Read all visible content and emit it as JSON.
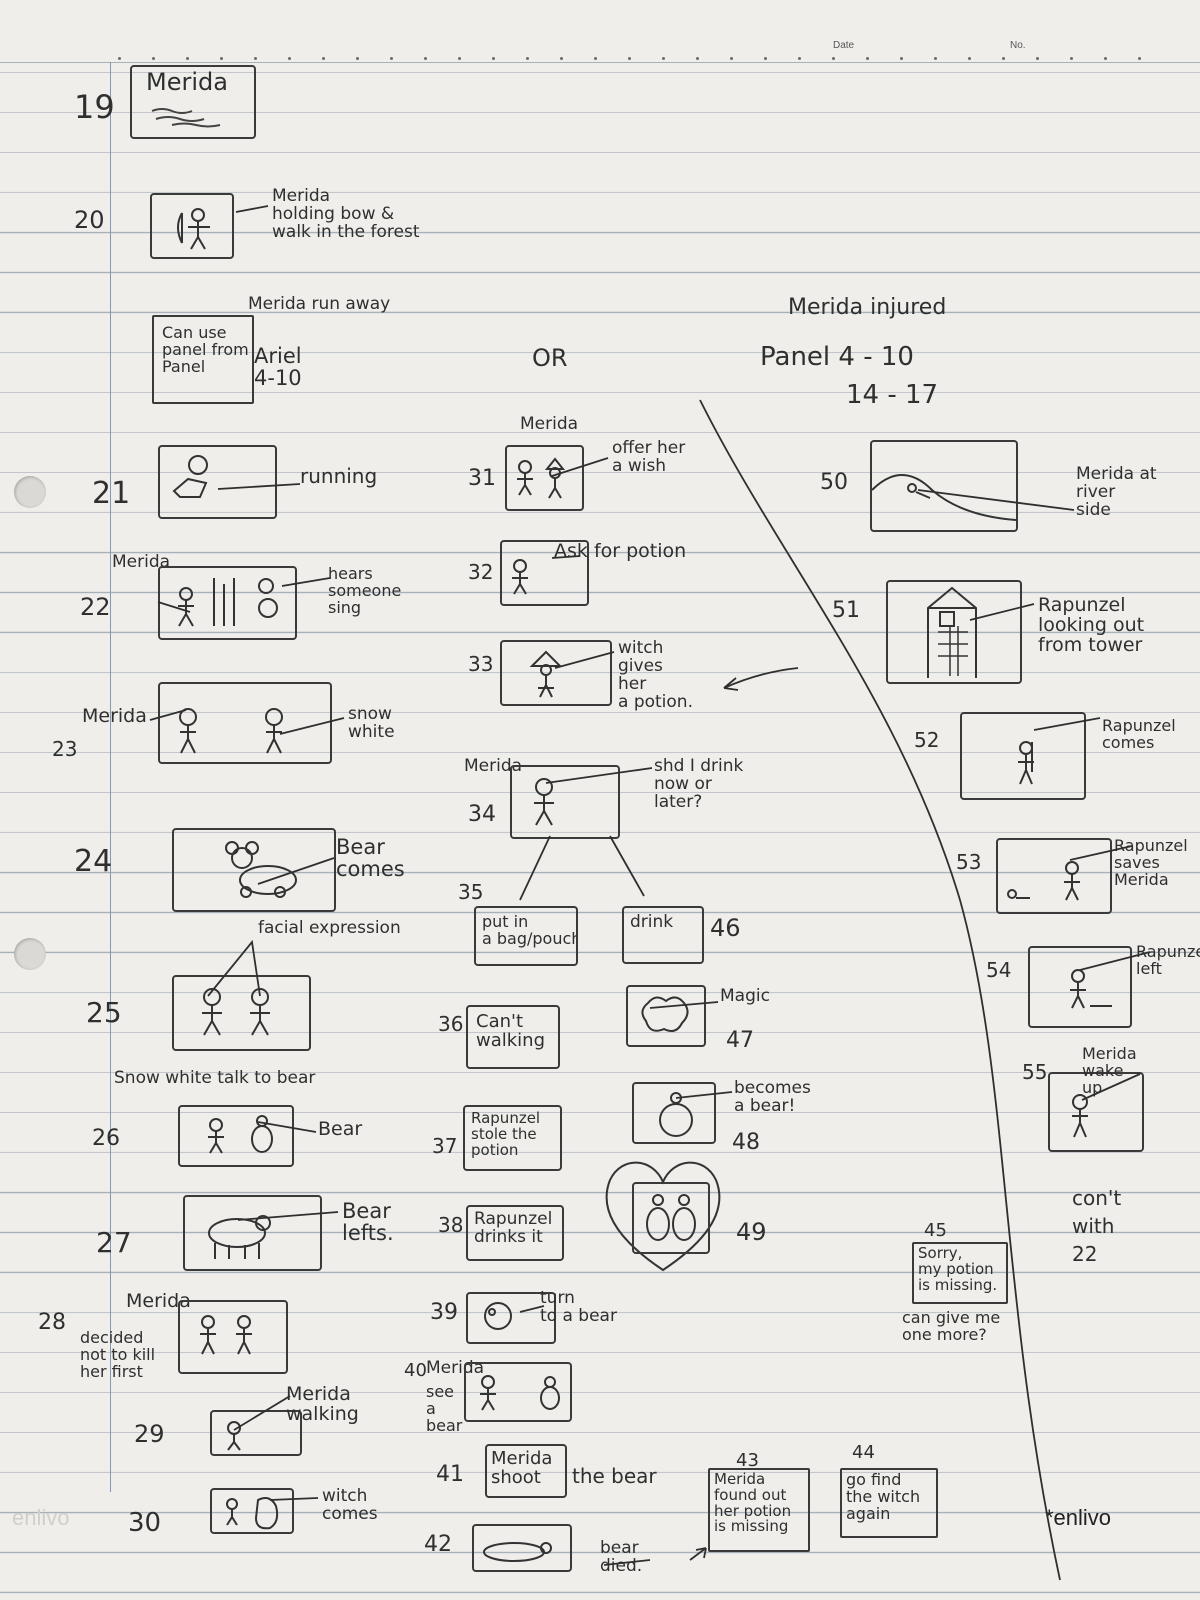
{
  "header": {
    "date_label": "Date",
    "no_label": "No."
  },
  "brand": {
    "name": "*enlivo",
    "ghost": "enlivo"
  },
  "col1": {
    "f19": {
      "num": "19",
      "title": "Merida"
    },
    "f20": {
      "num": "20",
      "caption": "Merida\nholding bow &\nwalk in the forest"
    },
    "runaway": {
      "heading": "Merida run away",
      "box": "Can use\npanel from\nPanel",
      "rest": "Ariel\n4-10"
    },
    "f21": {
      "num": "21",
      "caption": "running"
    },
    "f22": {
      "num": "22",
      "label": "Merida",
      "caption": "hears\nsomeone\nsing"
    },
    "f23": {
      "num": "23",
      "label": "Merida",
      "caption": "snow\nwhite"
    },
    "f24": {
      "num": "24",
      "caption": "Bear\ncomes"
    },
    "f25": {
      "num": "25",
      "top": "facial expression"
    },
    "f26": {
      "num": "26",
      "top": "Snow white talk to bear",
      "caption": "Bear"
    },
    "f27": {
      "num": "27",
      "caption": "Bear\nlefts."
    },
    "f28": {
      "num": "28",
      "label": "Merida",
      "caption": "decided\nnot to kill\nher first"
    },
    "f29": {
      "num": "29",
      "caption": "Merida\nwalking"
    },
    "f30": {
      "num": "30",
      "caption": "witch\ncomes"
    }
  },
  "col2": {
    "or": "OR",
    "f31": {
      "num": "31",
      "label": "Merida",
      "caption": "offer her\na wish"
    },
    "f32": {
      "num": "32",
      "caption": "Ask for potion"
    },
    "f33": {
      "num": "33",
      "caption": "witch\ngives\nher\na potion."
    },
    "f34": {
      "num": "34",
      "label": "Merida",
      "caption": "shd I drink\nnow or\nlater?"
    },
    "f35": {
      "num": "35",
      "text": "put in\na bag/pouch"
    },
    "f36": {
      "num": "36",
      "text": "Can't\nwalking"
    },
    "f37": {
      "num": "37",
      "text": "Rapunzel\nstole the\npotion"
    },
    "f38": {
      "num": "38",
      "text": "Rapunzel\ndrinks it"
    },
    "f39": {
      "num": "39",
      "caption": "turn\nto a bear"
    },
    "f40": {
      "num": "40",
      "label": "Merida",
      "caption": "see\na\nbear"
    },
    "f41": {
      "num": "41",
      "text": "Merida\nshoot",
      "caption": "the bear"
    },
    "f42": {
      "num": "42",
      "caption": "bear\ndied."
    }
  },
  "col3": {
    "f46": {
      "num": "46",
      "text": "drink"
    },
    "f47": {
      "num": "47",
      "caption": "Magic"
    },
    "f48": {
      "num": "48",
      "caption": "becomes\na bear!"
    },
    "f49": {
      "num": "49"
    },
    "f43": {
      "num": "43",
      "text": "Merida\nfound out\nher potion\nis missing"
    },
    "f44": {
      "num": "44",
      "text": "go find\nthe witch\nagain"
    },
    "f45": {
      "num": "45",
      "text": "Sorry,\nmy potion\nis missing.",
      "caption": "can give me\none more?"
    }
  },
  "col4": {
    "heading": "Merida injured",
    "ref1": "Panel 4 - 10",
    "ref2": "14 - 17",
    "f50": {
      "num": "50",
      "caption": "Merida at\nriver\nside"
    },
    "f51": {
      "num": "51",
      "caption": "Rapunzel\nlooking out\nfrom tower"
    },
    "f52": {
      "num": "52",
      "caption": "Rapunzel\ncomes"
    },
    "f53": {
      "num": "53",
      "caption": "Rapunzel\nsaves\nMerida"
    },
    "f54": {
      "num": "54",
      "caption": "Rapunzel\nleft"
    },
    "f55": {
      "num": "55",
      "caption": "Merida\nwake\nup"
    },
    "cont": "con't\nwith\n22"
  }
}
